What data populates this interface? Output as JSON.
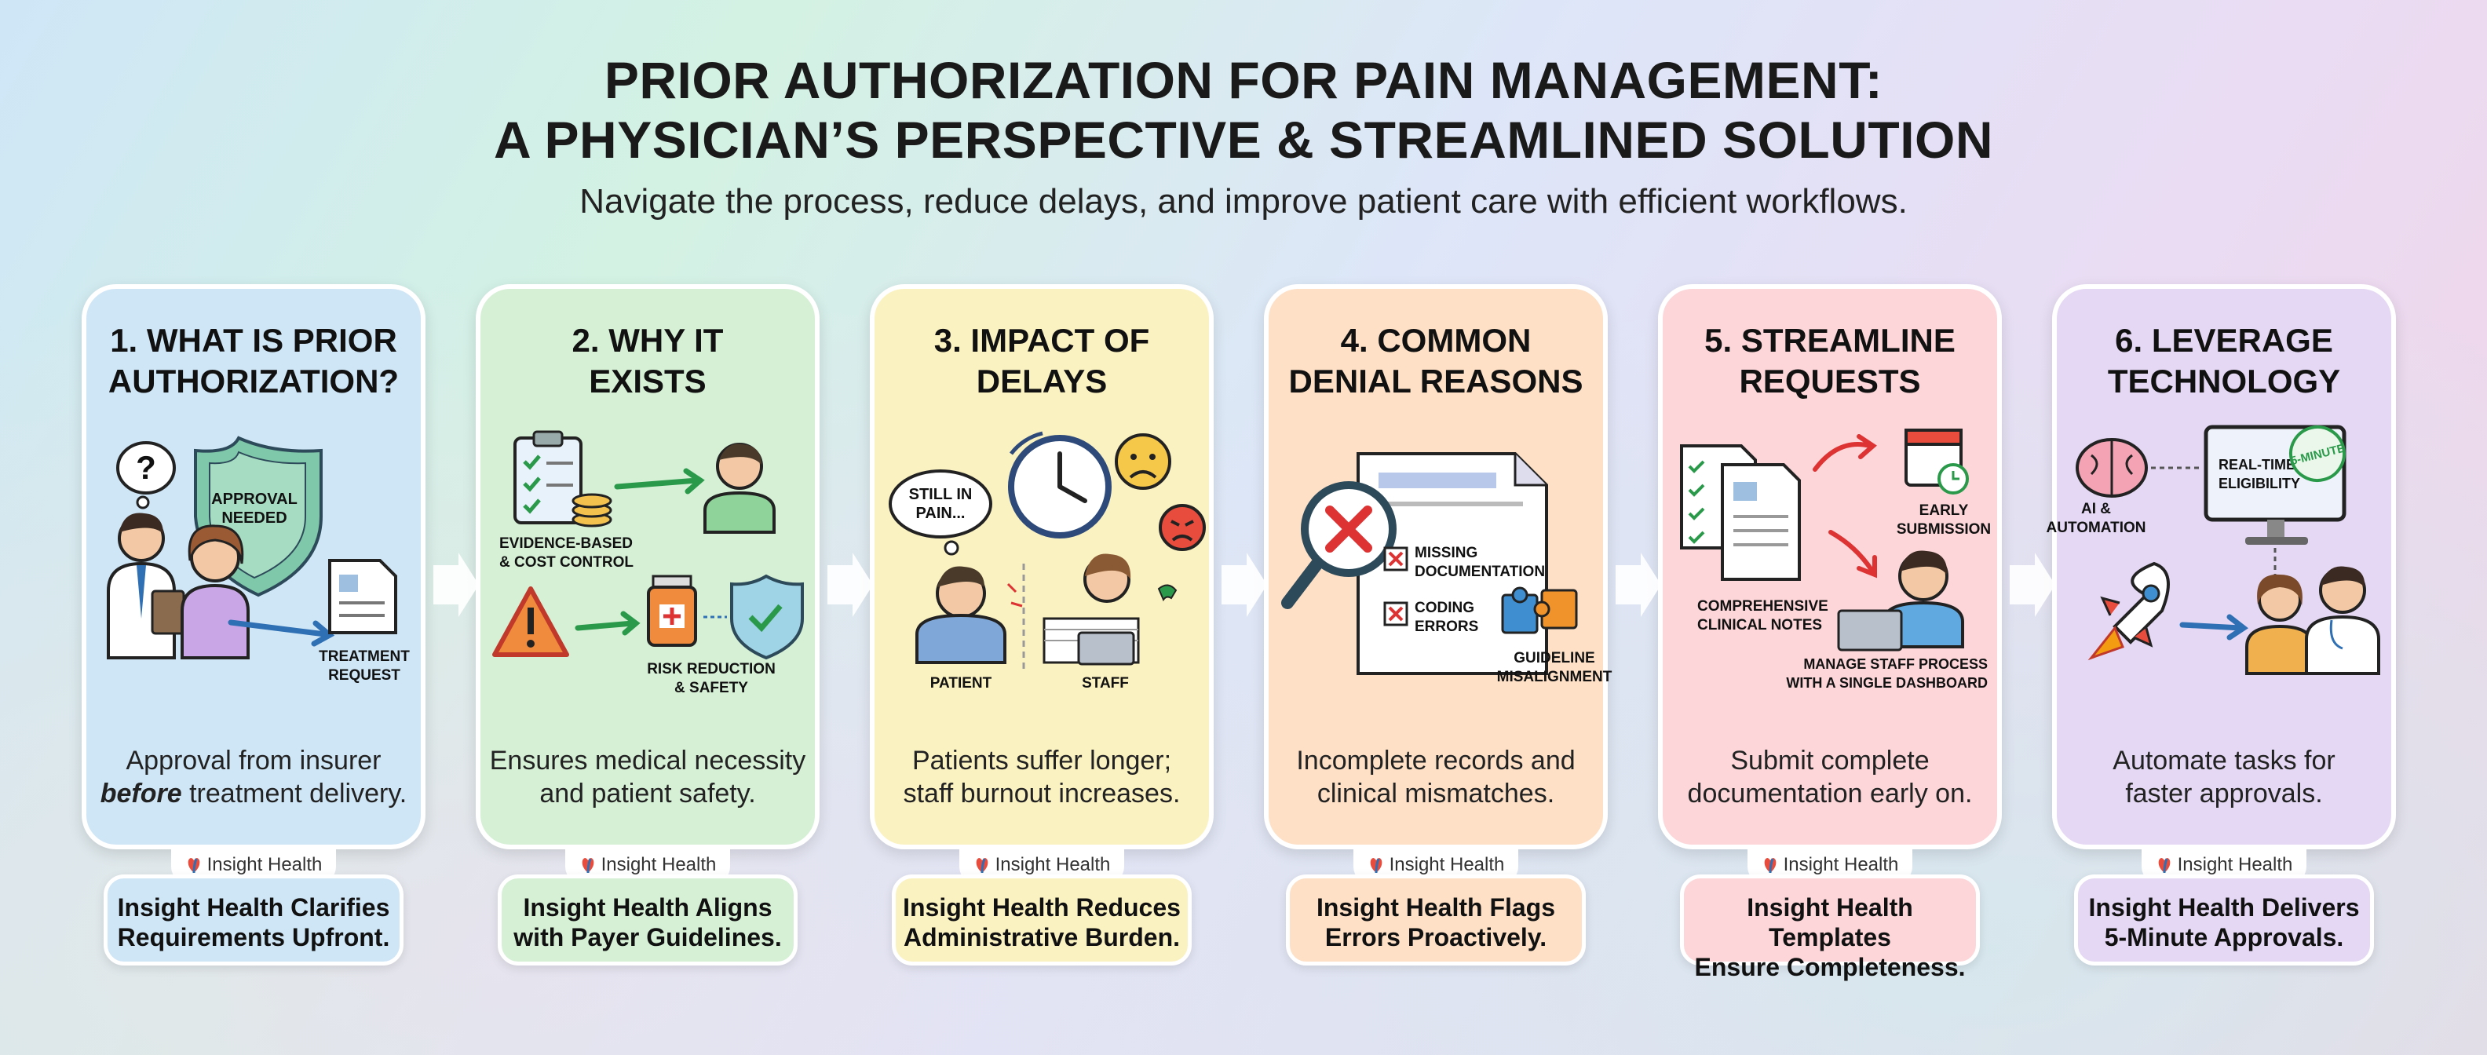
{
  "header": {
    "title_line1": "PRIOR AUTHORIZATION FOR PAIN MANAGEMENT:",
    "title_line2": "A PHYSICIAN’S PERSPECTIVE & STREAMLINED SOLUTION",
    "subtitle": "Navigate the process, reduce delays, and improve patient care with efficient workflows."
  },
  "brand_name": "Insight Health",
  "colors": {
    "card1": "#cfe6f7",
    "card2": "#d6f0d6",
    "card3": "#fbf2c2",
    "card4": "#fde0c6",
    "card5": "#fcd6d9",
    "card6": "#e5d8f4"
  },
  "steps": [
    {
      "title_line1": "1. WHAT IS PRIOR",
      "title_line2": "AUTHORIZATION?",
      "desc_line1": "Approval from insurer",
      "desc_em": "before",
      "desc_rest": " treatment delivery.",
      "labels": {
        "approval_line1": "APPROVAL",
        "approval_line2": "NEEDED",
        "question": "?",
        "request_line1": "TREATMENT",
        "request_line2": "REQUEST"
      },
      "badge_line1": "Insight Health Clarifies",
      "badge_line2": "Requirements Upfront."
    },
    {
      "title_line1": "2. WHY IT",
      "title_line2": "EXISTS",
      "desc_line1": "Ensures medical necessity",
      "desc_line2": "and patient safety.",
      "labels": {
        "evidence_line1": "EVIDENCE-BASED",
        "evidence_line2": "& COST CONTROL",
        "risk_line1": "RISK REDUCTION",
        "risk_line2": "& SAFETY"
      },
      "badge_line1": "Insight Health Aligns",
      "badge_line2": "with Payer Guidelines."
    },
    {
      "title_line1": "3. IMPACT OF",
      "title_line2": "DELAYS",
      "desc_line1": "Patients suffer longer;",
      "desc_line2": "staff burnout increases.",
      "labels": {
        "bubble_line1": "STILL IN",
        "bubble_line2": "PAIN...",
        "patient": "PATIENT",
        "staff": "STAFF"
      },
      "badge_line1": "Insight Health Reduces",
      "badge_line2": "Administrative Burden."
    },
    {
      "title_line1": "4. COMMON",
      "title_line2": "DENIAL REASONS",
      "desc_line1": "Incomplete records and",
      "desc_line2": "clinical mismatches.",
      "labels": {
        "missing_line1": "MISSING",
        "missing_line2": "DOCUMENTATION",
        "coding_line1": "CODING",
        "coding_line2": "ERRORS",
        "guideline_line1": "GUIDELINE",
        "guideline_line2": "MISALIGNMENT"
      },
      "badge_line1": "Insight Health Flags",
      "badge_line2": "Errors Proactively."
    },
    {
      "title_line1": "5. STREAMLINE",
      "title_line2": "REQUESTS",
      "desc_line1": "Submit complete",
      "desc_line2": "documentation early on.",
      "labels": {
        "early_line1": "EARLY",
        "early_line2": "SUBMISSION",
        "notes_line1": "COMPREHENSIVE",
        "notes_line2": "CLINICAL NOTES",
        "manage_line1": "MANAGE STAFF PROCESS",
        "manage_line2": "WITH A SINGLE DASHBOARD"
      },
      "badge_line1": "Insight Health Templates",
      "badge_line2": "Ensure Completeness."
    },
    {
      "title_line1": "6. LEVERAGE",
      "title_line2": "TECHNOLOGY",
      "desc_line1": "Automate tasks for",
      "desc_line2": "faster approvals.",
      "labels": {
        "ai_line1": "AI &",
        "ai_line2": "AUTOMATION",
        "rt_line1": "REAL-TIME",
        "rt_line2": "ELIGIBILITY",
        "stamp": "5-MINUTE"
      },
      "badge_line1": "Insight Health Delivers",
      "badge_line2": "5-Minute Approvals."
    }
  ]
}
